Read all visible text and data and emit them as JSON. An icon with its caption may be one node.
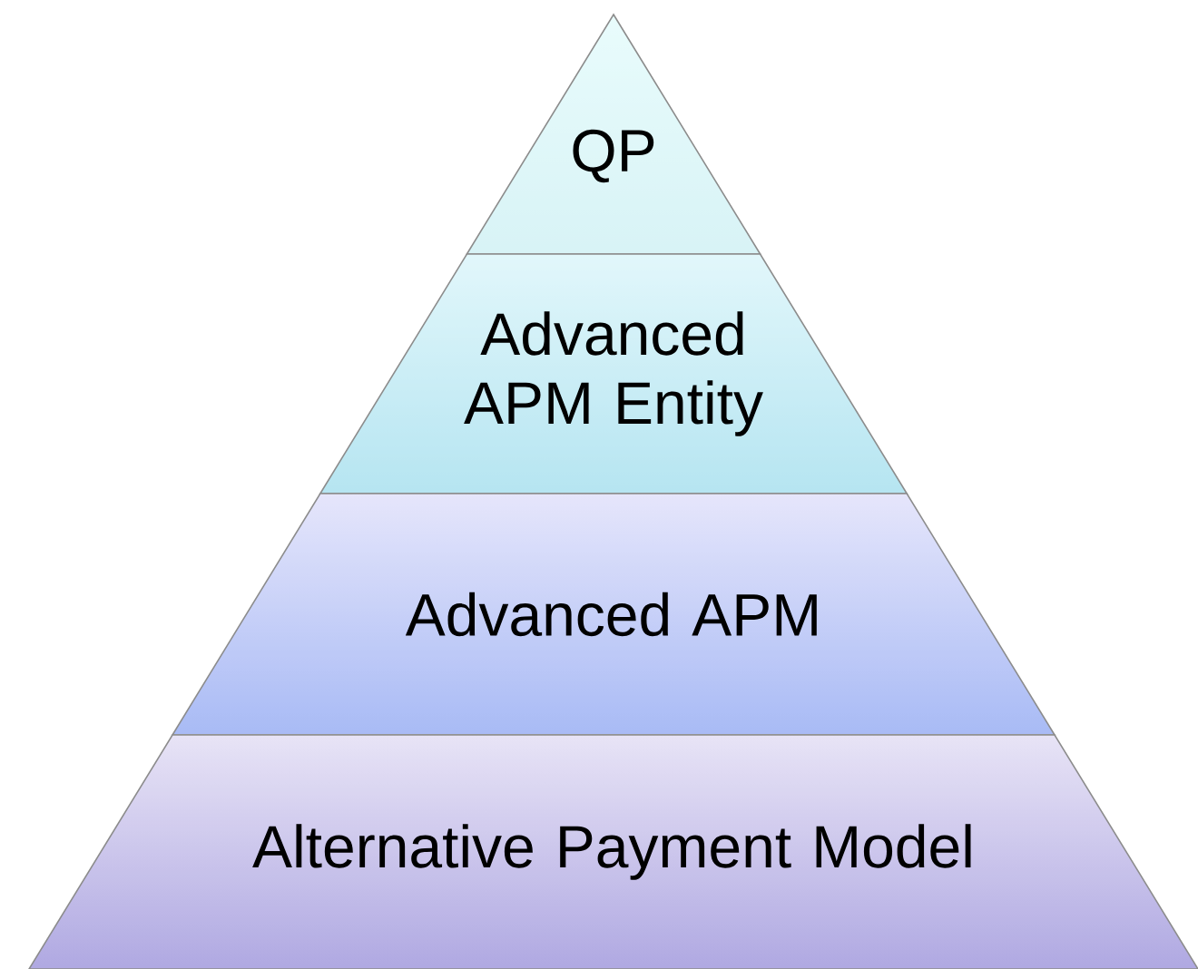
{
  "diagram": {
    "nodes": [
      {
        "text": [
          "QP"
        ]
      },
      {
        "text": [
          "Advanced APM Entity"
        ]
      },
      {
        "text": [
          "Advanced APM"
        ]
      },
      {
        "text": [
          "Alternative Payment Model"
        ]
      }
    ]
  }
}
